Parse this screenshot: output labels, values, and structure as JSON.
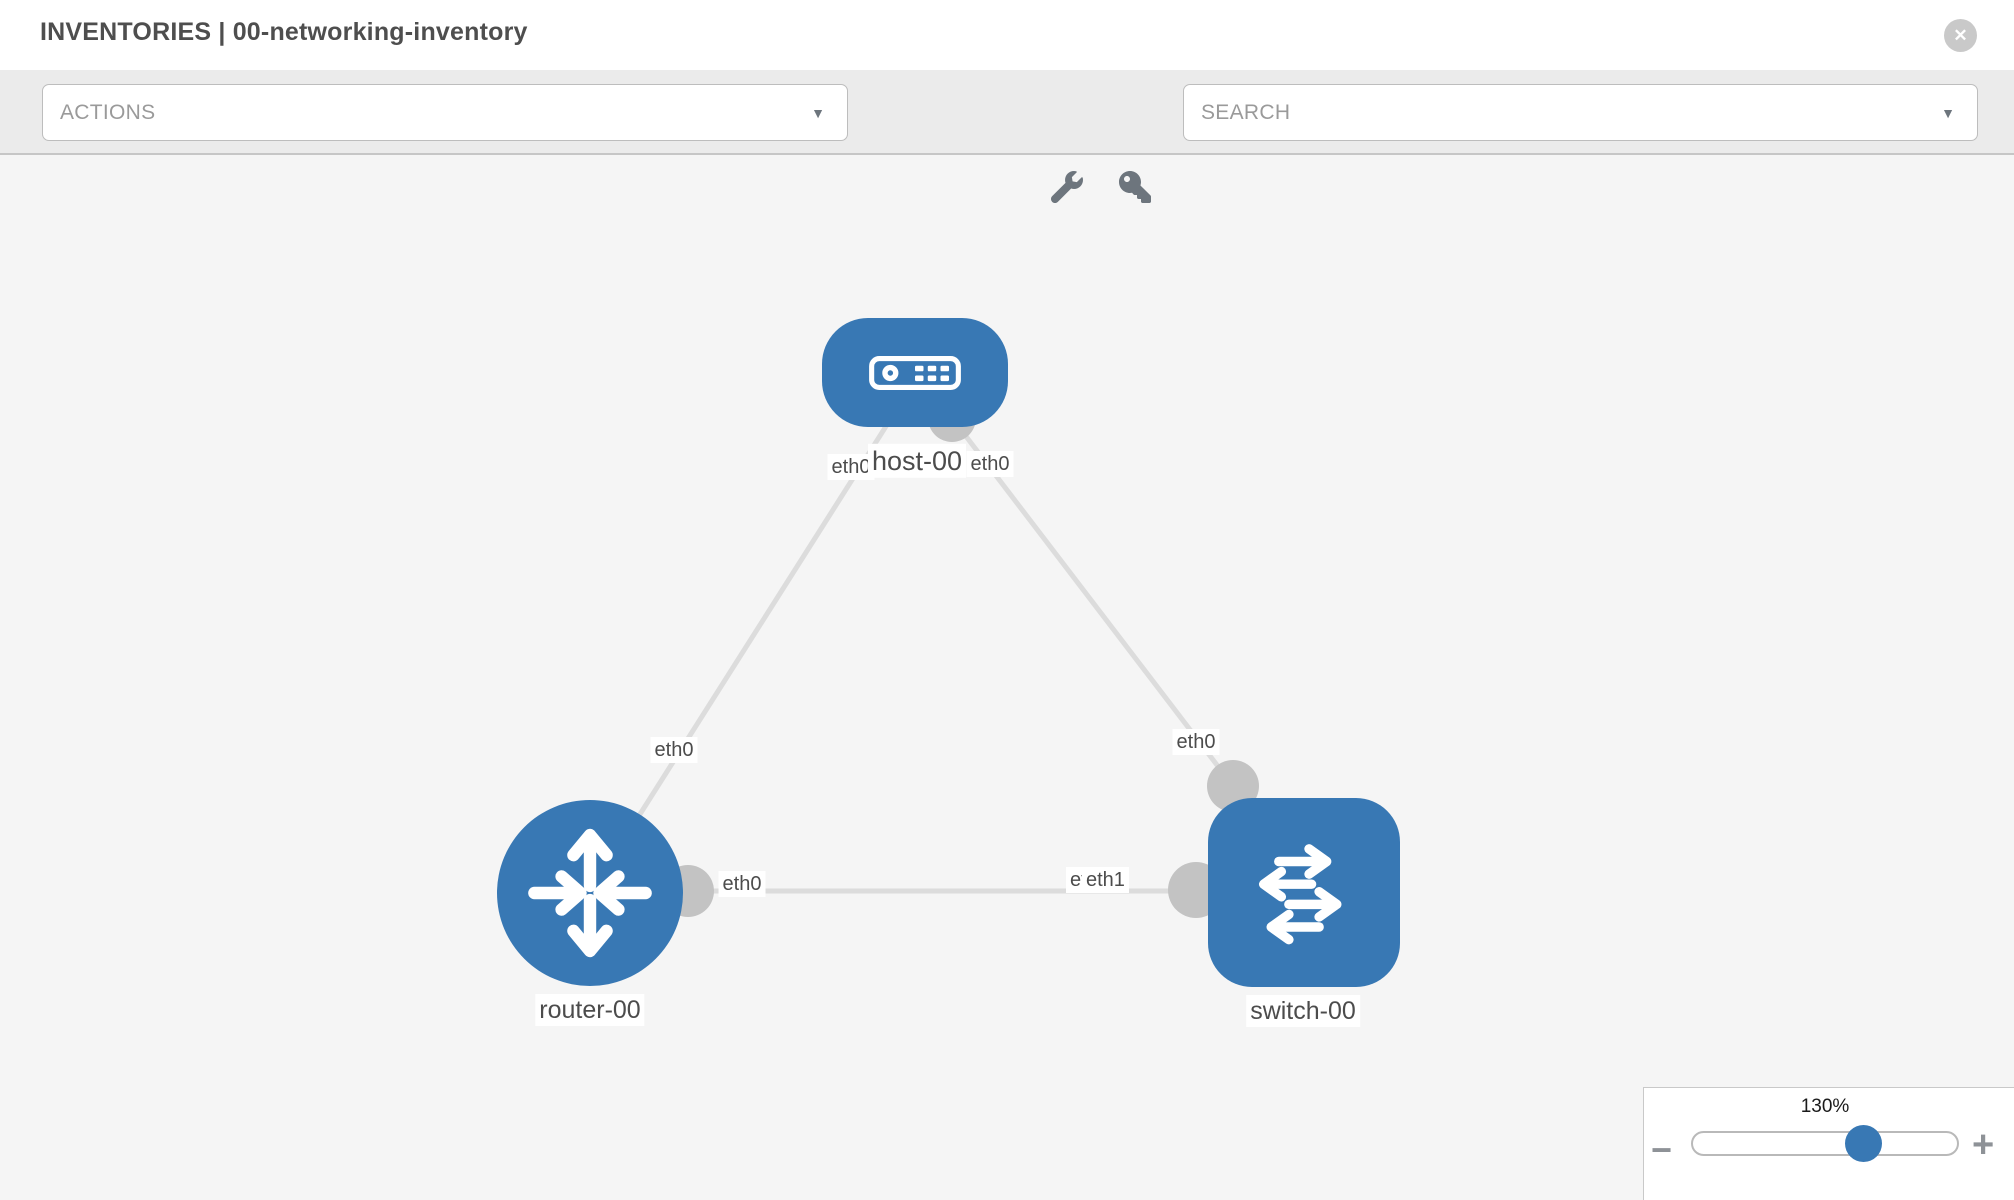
{
  "header": {
    "title": "INVENTORIES | 00-networking-inventory"
  },
  "icons": {
    "close": "✕",
    "caret": "▼"
  },
  "toolbar": {
    "actions_label": "ACTIONS",
    "search_label": "SEARCH"
  },
  "topology": {
    "nodes": [
      {
        "name": "host-00",
        "type": "host"
      },
      {
        "name": "router-00",
        "type": "router"
      },
      {
        "name": "switch-00",
        "type": "switch"
      }
    ],
    "links": [
      {
        "source": "router-00",
        "source_iface": "eth0",
        "target": "host-00",
        "target_iface": "eth0"
      },
      {
        "source": "host-00",
        "source_iface": "eth0",
        "target": "switch-00",
        "target_iface": "eth0"
      },
      {
        "source": "router-00",
        "source_iface": "eth0",
        "target": "switch-00",
        "target_iface": "eth1"
      }
    ]
  },
  "canvas": {
    "labels": [
      "eth0",
      "eth0",
      "eth0",
      "eth0",
      "eth0",
      "eth0",
      "eth1"
    ]
  },
  "zoom_control": {
    "level": "130%",
    "minus_glyph": "−",
    "plus_glyph": "+"
  },
  "colors": {
    "node_blue": "#3878b4",
    "link_gray": "#dcdcdc",
    "connector_gray": "#c3c3c3",
    "canvas_bg": "#f5f5f5",
    "toolbar_bg": "#ebebeb"
  }
}
